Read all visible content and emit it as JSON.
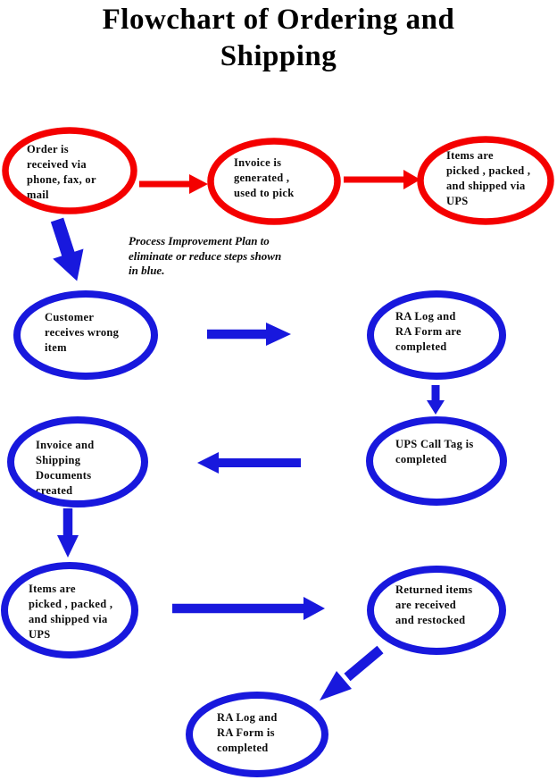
{
  "title": "Flowchart of Ordering and\nShipping",
  "annotation": "Process Improvement Plan to\neliminate or reduce steps shown\nin blue.",
  "colors": {
    "red": "#f40000",
    "blue": "#1818dd"
  },
  "nodes": {
    "order_received": {
      "label": "Order is\nreceived via\nphone, fax, or\nmail"
    },
    "invoice_generated": {
      "label": "Invoice is\ngenerated ,\nused to pick"
    },
    "items_shipped_red": {
      "label": "Items are\npicked , packed ,\nand shipped via\nUPS"
    },
    "customer_wrong_item": {
      "label": "Customer\nreceives wrong\nitem"
    },
    "ra_log_completed": {
      "label": "RA Log and\nRA Form are\ncompleted"
    },
    "ups_call_tag": {
      "label": "UPS Call Tag is\ncompleted"
    },
    "invoice_docs_created": {
      "label": "Invoice and\nShipping\nDocuments\ncreated"
    },
    "items_shipped_blue": {
      "label": "Items are\npicked , packed ,\nand shipped via\nUPS"
    },
    "returned_items": {
      "label": "Returned items\nare received\nand restocked"
    },
    "ra_log_completed_final": {
      "label": "RA Log and\nRA Form is\ncompleted"
    }
  }
}
